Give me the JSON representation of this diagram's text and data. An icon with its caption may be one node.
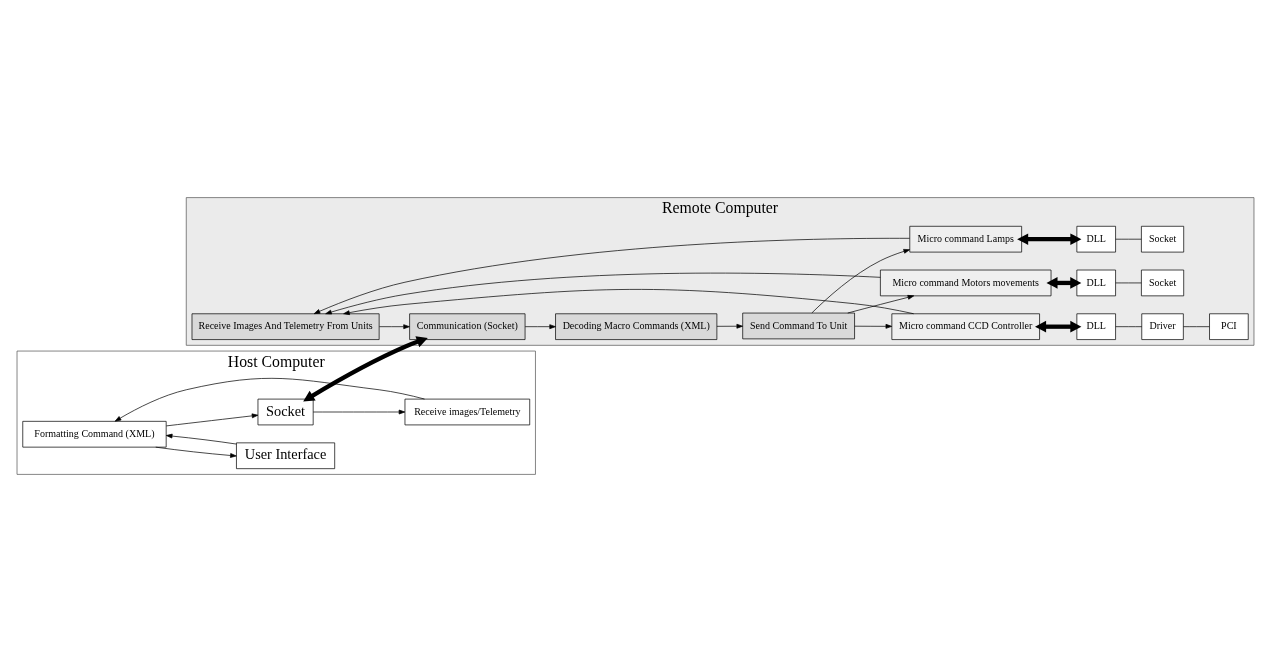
{
  "diagram": {
    "nodes": [
      {
        "text": [
          "Host Computer"
        ]
      },
      {
        "text": [
          "User Interface"
        ],
        "in": 0
      },
      {
        "text": [
          "Formatting Command (XML)"
        ],
        "in": 0
      },
      {
        "text": [
          "Socket"
        ],
        "in": 0
      },
      {
        "text": [
          "Receive images/Telemetry"
        ],
        "in": 0
      },
      {
        "text": [
          "Remote Computer"
        ]
      },
      {
        "text": [
          "Receive Images And Telemetry From Units"
        ],
        "in": 5
      },
      {
        "text": [
          "Communication (Socket)"
        ],
        "in": 5
      },
      {
        "text": [
          "Decoding Macro Commands (XML)"
        ],
        "in": 5
      },
      {
        "text": [
          "Send Command To Unit"
        ],
        "in": 5
      },
      {
        "text": [
          "Micro command CCD Controller"
        ],
        "in": 5
      },
      {
        "text": [
          "Micro command Motors movements"
        ],
        "in": 5
      },
      {
        "text": [
          "Micro command Lamps"
        ],
        "in": 5
      },
      {
        "text": [
          "DLL"
        ],
        "in": 5
      },
      {
        "text": [
          "Driver"
        ],
        "in": 5
      },
      {
        "text": [
          "PCI"
        ],
        "in": 5
      },
      {
        "text": [
          "DLL"
        ],
        "in": 5
      },
      {
        "text": [
          "Socket"
        ],
        "in": 5
      },
      {
        "text": [
          "DLL"
        ],
        "in": 5
      },
      {
        "text": [
          "Socket"
        ],
        "in": 5
      }
    ],
    "edges": [
      {
        "from": 1,
        "to": 2,
        "arrow": "to"
      },
      {
        "from": 2,
        "to": 1,
        "arrow": "to"
      },
      {
        "from": 2,
        "to": 3,
        "arrow": "to"
      },
      {
        "from": 3,
        "to": 4,
        "arrow": "to"
      },
      {
        "from": 4,
        "to": 2,
        "arrow": "to"
      },
      {
        "from": 3,
        "to": 7,
        "arrow": "both",
        "style": "thick"
      },
      {
        "from": 6,
        "to": 7,
        "arrow": "to"
      },
      {
        "from": 7,
        "to": 8,
        "arrow": "to"
      },
      {
        "from": 8,
        "to": 9,
        "arrow": "to"
      },
      {
        "from": 9,
        "to": 10,
        "arrow": "to"
      },
      {
        "from": 9,
        "to": 11,
        "arrow": "to"
      },
      {
        "from": 9,
        "to": 12,
        "arrow": "to"
      },
      {
        "from": 10,
        "to": 6,
        "arrow": "to"
      },
      {
        "from": 11,
        "to": 6,
        "arrow": "to"
      },
      {
        "from": 12,
        "to": 6,
        "arrow": "to"
      },
      {
        "from": 10,
        "to": 13,
        "arrow": "both",
        "style": "thick"
      },
      {
        "from": 13,
        "to": 14,
        "arrow": "none"
      },
      {
        "from": 14,
        "to": 15,
        "arrow": "none"
      },
      {
        "from": 11,
        "to": 16,
        "arrow": "both",
        "style": "thick"
      },
      {
        "from": 16,
        "to": 17,
        "arrow": "none"
      },
      {
        "from": 12,
        "to": 18,
        "arrow": "both",
        "style": "thick"
      },
      {
        "from": 18,
        "to": 19,
        "arrow": "none"
      }
    ]
  }
}
